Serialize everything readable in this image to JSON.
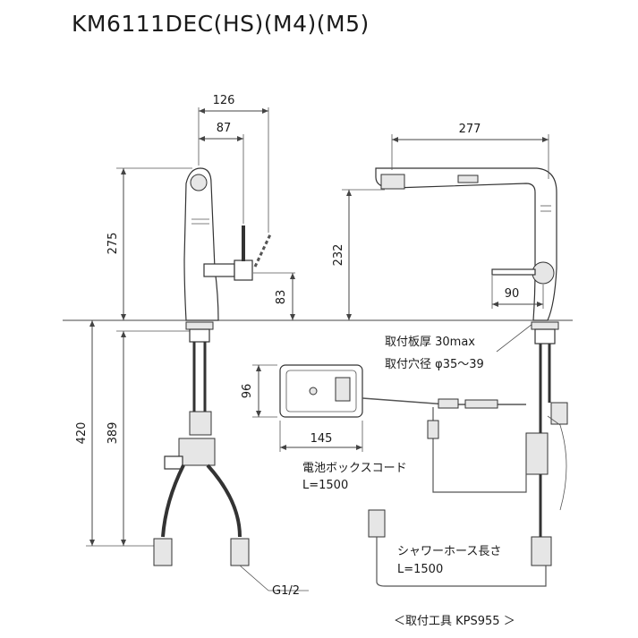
{
  "title": "KM6111DEC(HS)(M4)(M5)",
  "dims": {
    "d126": "126",
    "d87": "87",
    "d275": "275",
    "d83": "83",
    "d420": "420",
    "d389": "389",
    "d277": "277",
    "d232": "232",
    "d90": "90",
    "d96": "96",
    "d145": "145"
  },
  "notes": {
    "plate_thickness": "取付板厚 30max",
    "hole_diameter": "取付穴径 φ35～39",
    "battery_cord": "電池ボックスコード",
    "battery_cord_len": "L=1500",
    "shower_hose": "シャワーホース長さ",
    "shower_hose_len": "L=1500",
    "thread": "G1/2",
    "tool": "＜取付工具 KPS955 ＞"
  },
  "colors": {
    "line": "#444444",
    "text": "#1a1a1a",
    "fill": "#e6e6e6"
  }
}
